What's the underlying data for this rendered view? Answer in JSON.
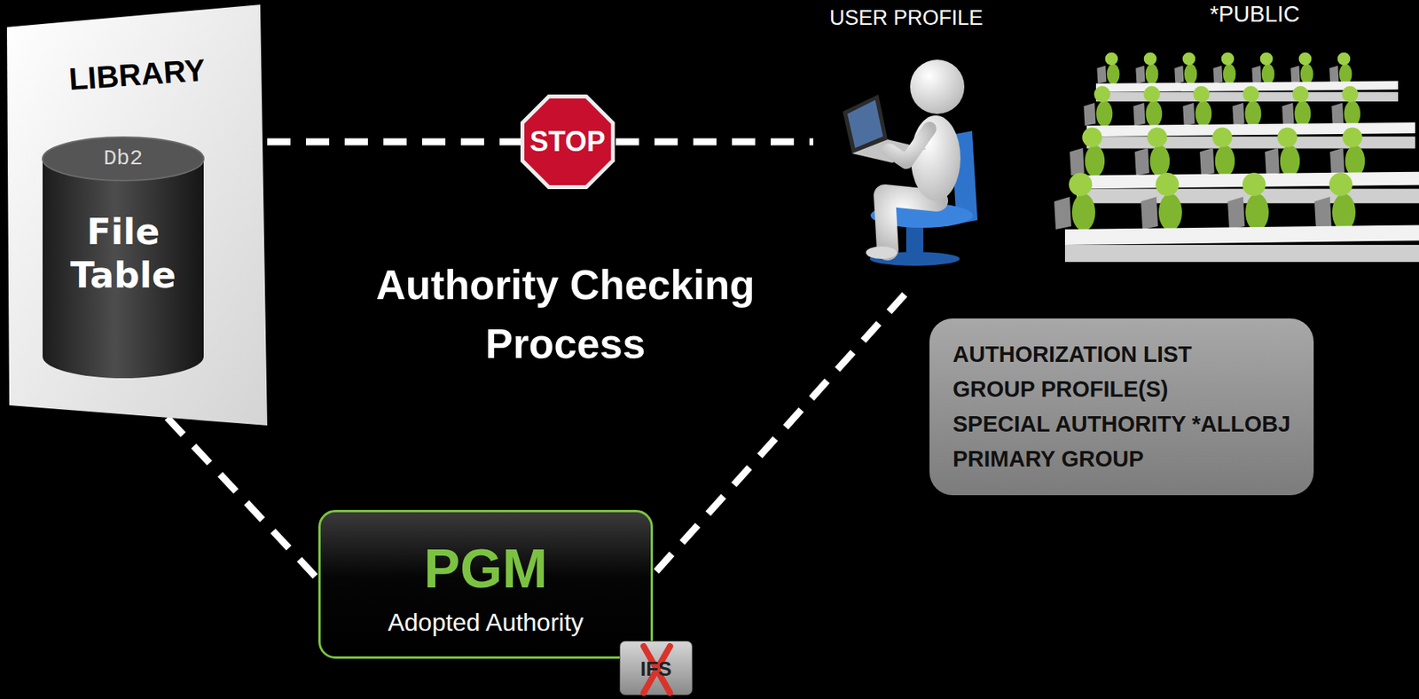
{
  "diagram": {
    "nodes": [
      {
        "text": [
          "LIBRARY"
        ]
      },
      {
        "text": [
          "Db2",
          "File Table"
        ],
        "in": 0
      },
      {
        "text": [
          "USER PROFILE"
        ]
      },
      {
        "text": [
          "*PUBLIC"
        ]
      },
      {
        "text": [
          "AUTHORIZATION LIST",
          "GROUP PROFILE(S)",
          "SPECIAL AUTHORITY *ALLOBJ",
          "PRIMARY GROUP"
        ]
      },
      {
        "text": [
          "PGM",
          "Adopted Authority"
        ]
      },
      {
        "text": [
          "IFS"
        ],
        "in": 5
      }
    ],
    "edges": [
      {
        "from": 0,
        "to": 2,
        "arrow": "none",
        "label": "STOP"
      },
      {
        "from": 0,
        "to": 5,
        "arrow": "none"
      },
      {
        "from": 2,
        "to": 5,
        "arrow": "none"
      }
    ],
    "labels": [
      "Authority Checking Process"
    ]
  }
}
